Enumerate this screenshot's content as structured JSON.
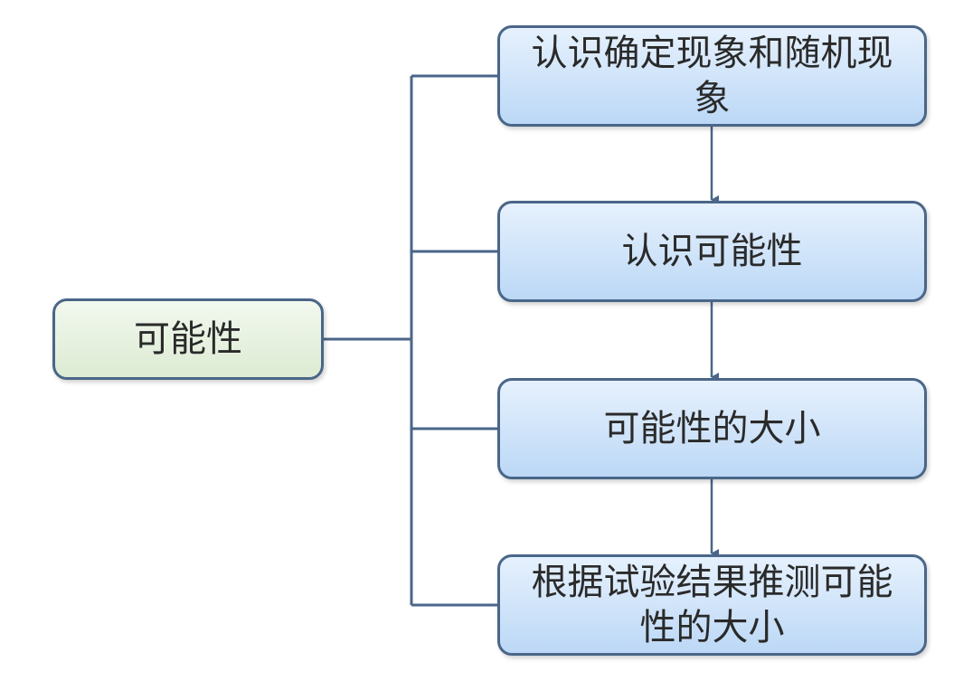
{
  "diagram": {
    "root": {
      "label": "可能性"
    },
    "steps": [
      {
        "label": "认识确定现象和随机现象"
      },
      {
        "label": "认识可能性"
      },
      {
        "label": "可能性的大小"
      },
      {
        "label": "根据试验结果推测可能性的大小"
      }
    ],
    "colors": {
      "line": "#4a6688",
      "root_fill": "#dcebd3",
      "step_fill": "#bcd8f6"
    }
  }
}
